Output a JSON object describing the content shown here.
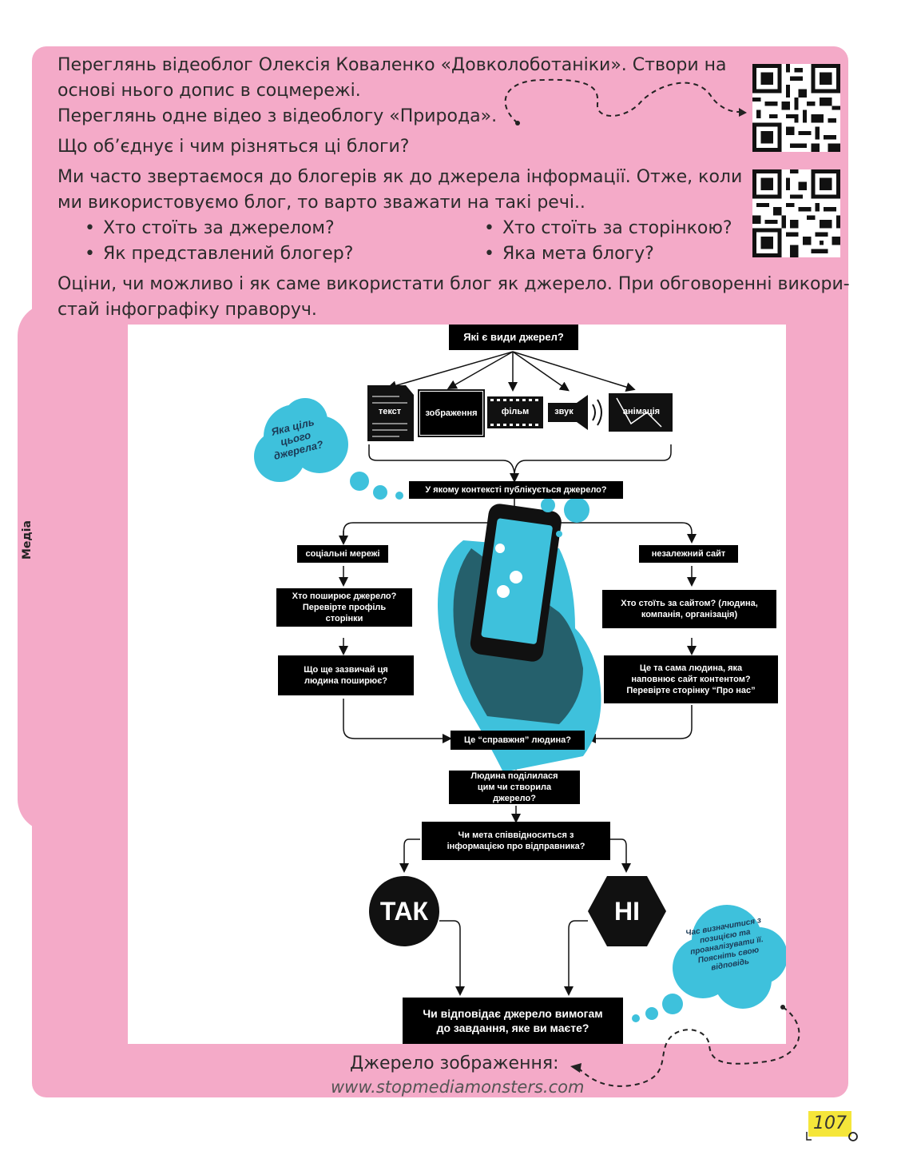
{
  "side_label": "Медіа",
  "paragraphs": {
    "p1_line1": "Переглянь відеоблог Олексія Коваленко «Довколоботаніки». Створи на",
    "p1_line2": "основі нього допис в соцмережі.",
    "p2": "Переглянь одне відео з відеоблогу «Природа».",
    "p3": "Що об’єднує і чим різняться ці блоги?",
    "p4_line1": "Ми часто звертаємося до блогерів як до джерела інформації. Отже, коли",
    "p4_line2": "ми використовуємо блог, то варто зважати на такі речі..",
    "p5_line1": "Оціни, чи можливо і як саме використати блог як джерело. При обговоренні викори-",
    "p5_line2": "стай інфографіку праворуч."
  },
  "bullets": [
    "Хто стоїть за джерелом?",
    "Хто стоїть за сторінкою?",
    "Як представлений блогер?",
    "Яка мета блогу?"
  ],
  "infographic": {
    "title": "Які є види джерел?",
    "types": [
      "текст",
      "зображення",
      "фільм",
      "звук",
      "анімація"
    ],
    "cloud1": "Яка ціль цього джерела?",
    "context": "У якому контексті публікується джерело?",
    "left_branch": "соціальні мережі",
    "right_branch": "незалежний сайт",
    "left_q1": "Хто поширює джерело? Перевірте профіль сторінки",
    "left_q2": "Що ще зазвичай ця людина поширює?",
    "right_q1": "Хто стоїть за сайтом? (людина, компанія, організація)",
    "right_q2": "Це та сама людина, яка наповнює сайт контентом? Перевірте сторінку “Про нас”",
    "real_person": "Це “справжня” людина?",
    "shared_or_created": "Людина поділилася цим чи створила джерело?",
    "purpose": "Чи мета співвідноситься з інформацією про відправника?",
    "yes": "ТАК",
    "no": "НІ",
    "final": "Чи відповідає джерело вимогам до завдання, яке ви маєте?",
    "cloud2": "Час визначитися з позицією та проаналізувати її. Поясніть свою відповідь"
  },
  "source_label": "Джерело зображення:",
  "source_url": "www.stopmediamonsters.com",
  "page_number": "107",
  "colors": {
    "panel": "#f4aac8",
    "accent_blue": "#3ec1dc",
    "page_tab": "#f5e63a"
  }
}
